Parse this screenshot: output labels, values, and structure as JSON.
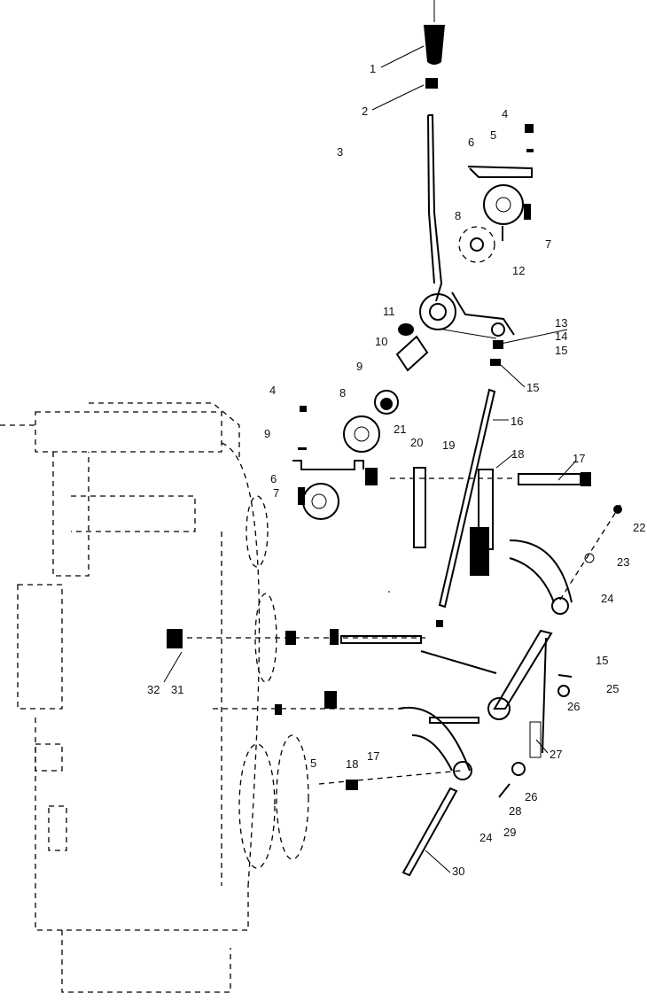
{
  "title": "Exploded parts diagram - lever linkage assembly",
  "part_labels": [
    "1",
    "2",
    "3",
    "4",
    "5",
    "6",
    "7",
    "8",
    "12",
    "11",
    "10",
    "9",
    "13",
    "14",
    "15",
    "15",
    "16",
    "4",
    "8",
    "9",
    "6",
    "7",
    "21",
    "20",
    "19",
    "18",
    "17",
    "22",
    "23",
    "24",
    "32",
    "31",
    "15",
    "25",
    "26",
    "27",
    "5",
    "18",
    "17",
    "26",
    "28",
    "29",
    "24",
    "30"
  ]
}
